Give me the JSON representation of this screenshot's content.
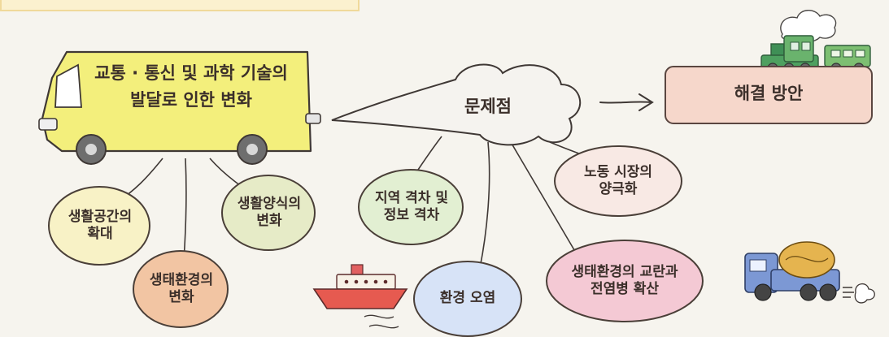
{
  "cause": {
    "text": "교통 · 통신 및 과학 기술의\n발달로 인한 변화"
  },
  "problem": {
    "text": "문제점"
  },
  "solution": {
    "text": "해결 방안"
  },
  "effects": [
    {
      "text": "생활공간의\n확대"
    },
    {
      "text": "생태환경의\n변화"
    },
    {
      "text": "생활양식의\n변화"
    }
  ],
  "problems": [
    {
      "text": "지역 격차 및\n정보 격차"
    },
    {
      "text": "환경 오염"
    },
    {
      "text": "생태환경의 교란과\n전염병 확산"
    },
    {
      "text": "노동 시장의\n양극화"
    }
  ],
  "icons": [
    "truck-icon",
    "train-icon",
    "ship-icon",
    "mixer-truck-icon",
    "arrow-icon"
  ],
  "colors": {
    "truck": "#f3ef7c",
    "solution_box": "#f6d7cb",
    "bubble_living_space": "#f8f2c6",
    "bubble_ecology_change": "#f2c5a3",
    "bubble_lifestyle": "#e6ebc7",
    "bubble_region": "#e2efd2",
    "bubble_pollution": "#d7e3f7",
    "bubble_epidemic": "#f4c9d4",
    "bubble_labor": "#f8e9e4"
  }
}
